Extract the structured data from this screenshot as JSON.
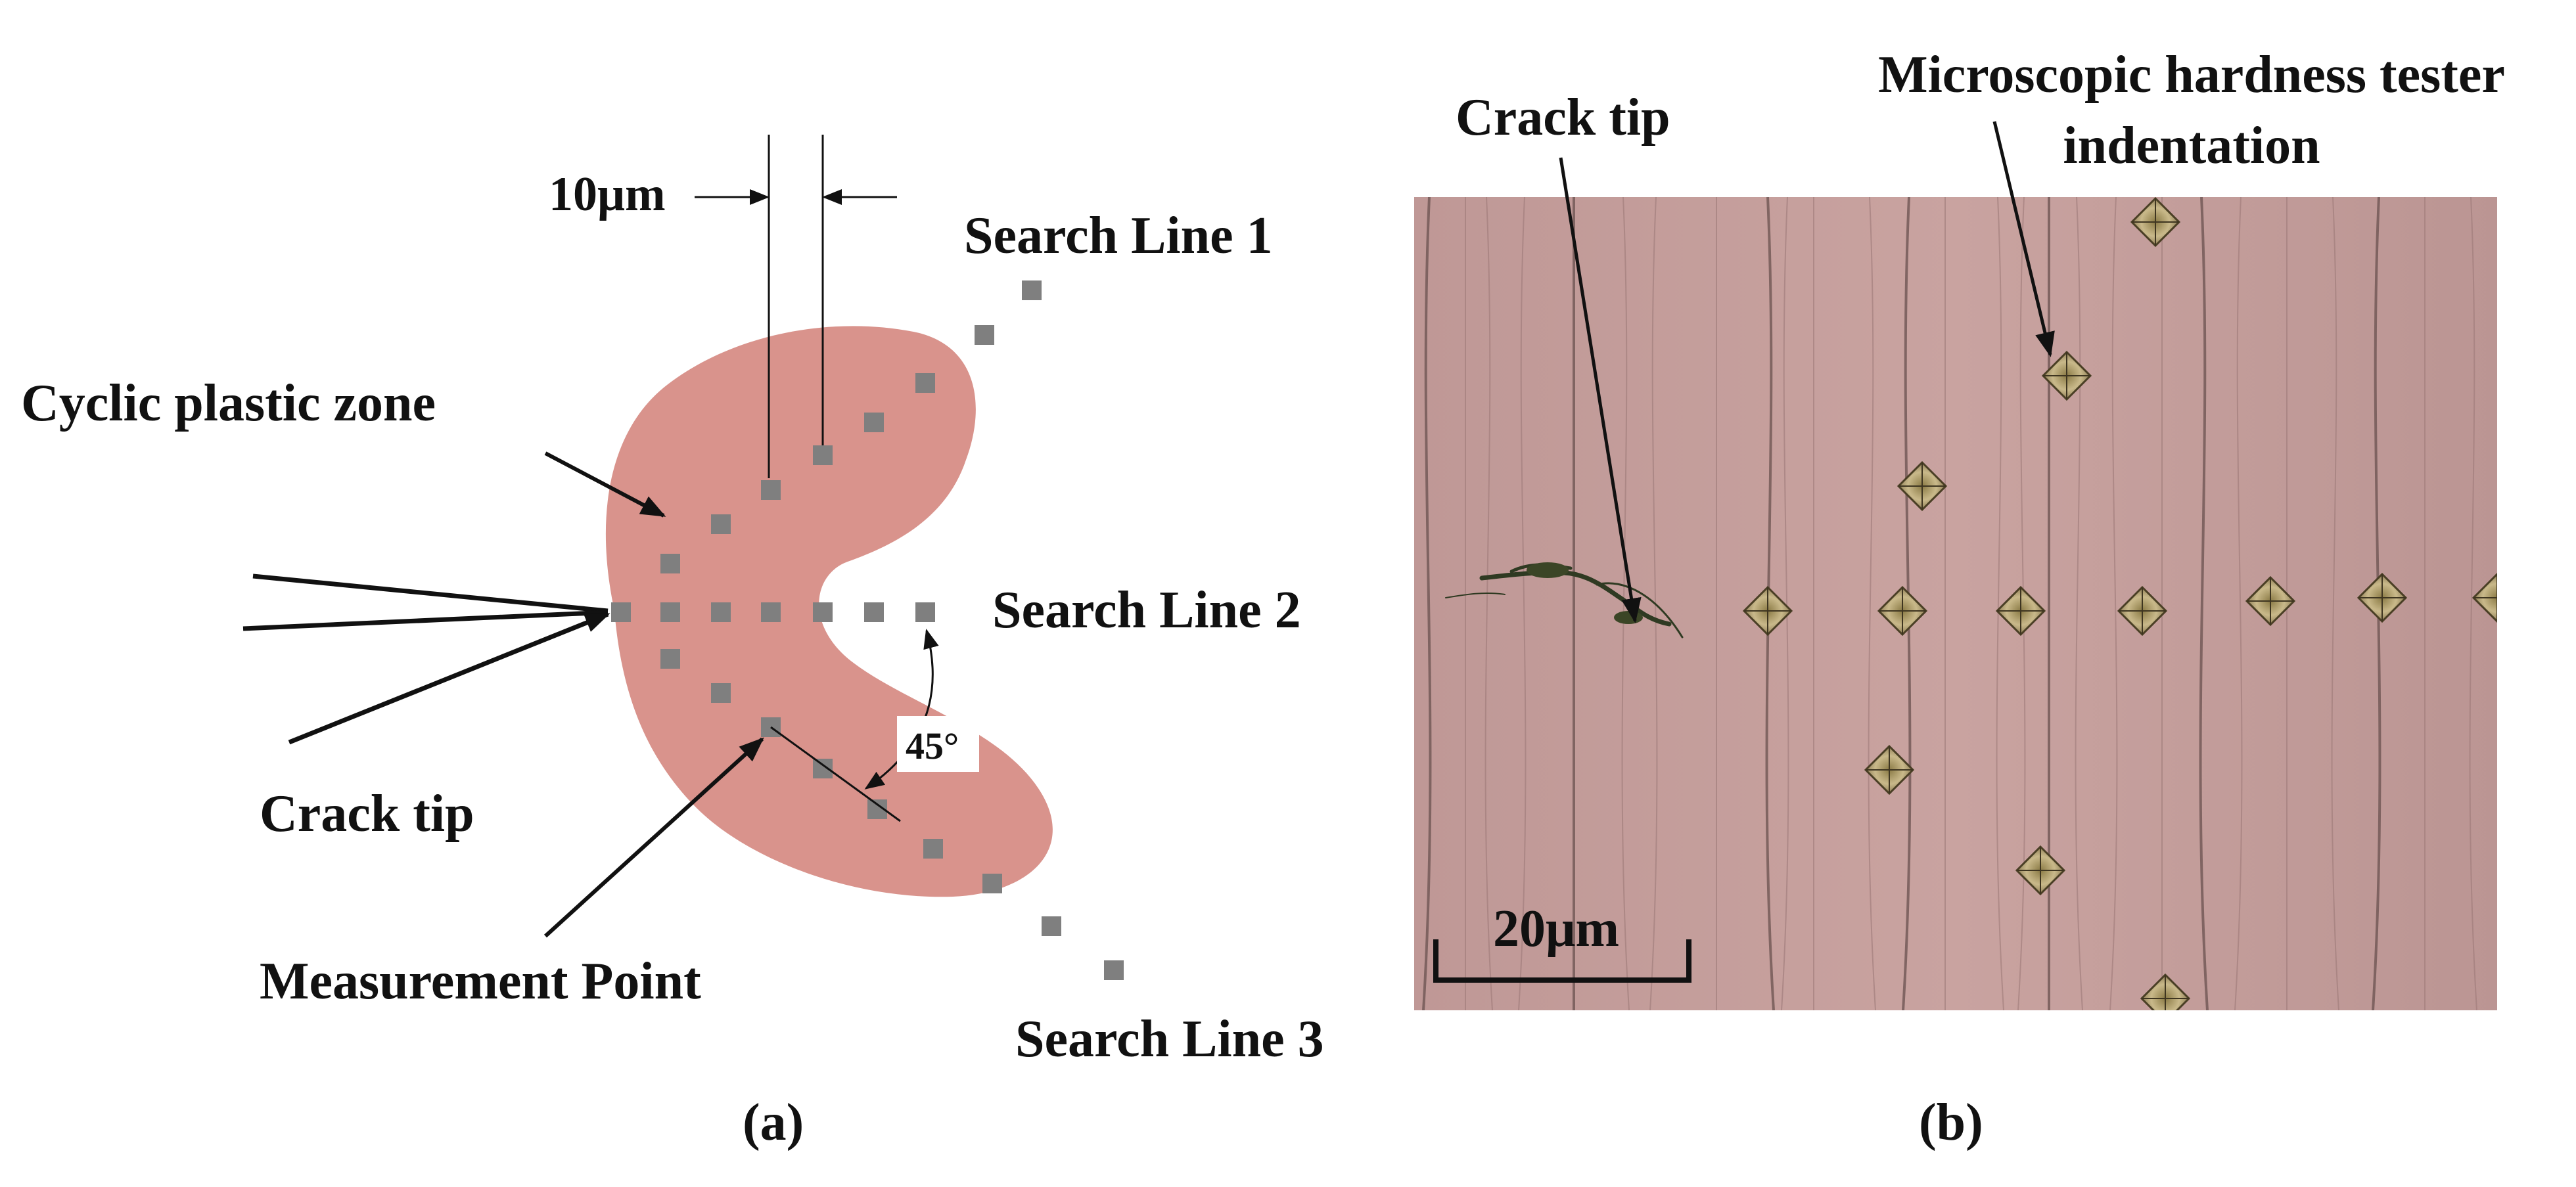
{
  "panel_a": {
    "label": "(a)",
    "spacing_label": "10μm",
    "search_line_1": "Search Line 1",
    "search_line_2": "Search Line 2",
    "search_line_3": "Search Line 3",
    "cyclic_plastic_zone": "Cyclic plastic zone",
    "crack_tip": "Crack tip",
    "measurement_point": "Measurement Point",
    "angle_label": "45°"
  },
  "panel_b": {
    "label": "(b)",
    "crack_tip": "Crack tip",
    "indentation_label_line1": "Microscopic hardness tester",
    "indentation_label_line2": "indentation",
    "scale_bar_label": "20μm"
  },
  "colors": {
    "plastic_zone_fill": "#d9938c",
    "measurement_point": "#7f7f7f",
    "micrograph_base": "#b48a88",
    "micrograph_light": "#c8a19d",
    "micrograph_dark": "#8c6a68",
    "line": "#111111"
  }
}
